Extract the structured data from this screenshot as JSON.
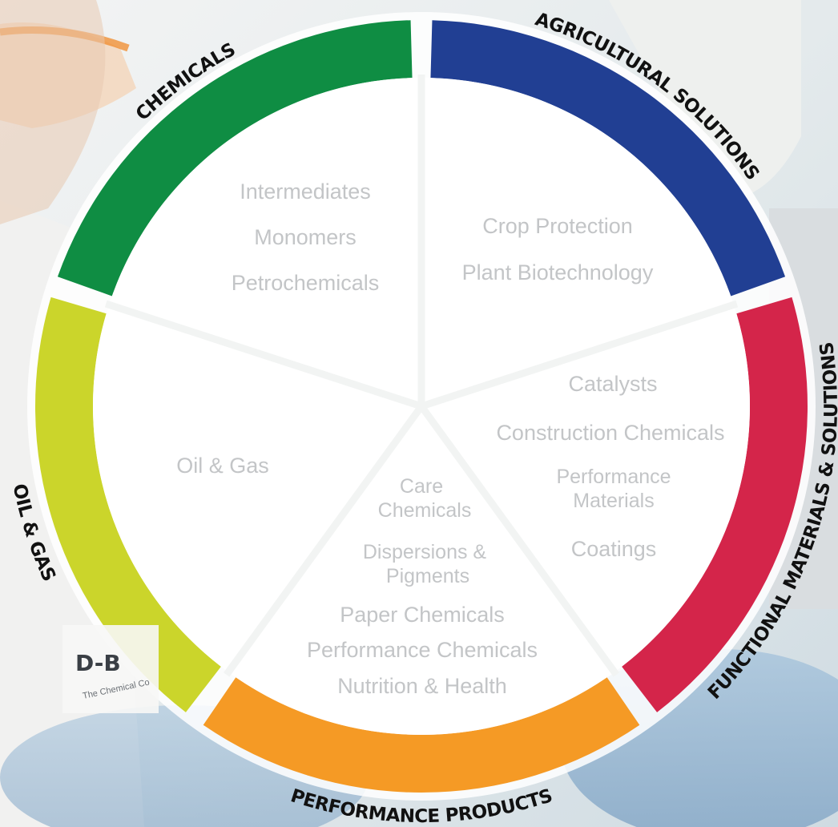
{
  "segments": [
    {
      "label": "CHEMICALS",
      "color": "#0f8d43",
      "items": [
        "Intermediates",
        "Monomers",
        "Petrochemicals"
      ]
    },
    {
      "label": "AGRICULTURAL SOLUTIONS",
      "color": "#213f93",
      "items": [
        "Crop Protection",
        "Plant Biotechnology"
      ]
    },
    {
      "label": "FUNCTIONAL MATERIALS & SOLUTIONS",
      "color": "#d4254a",
      "items": [
        "Catalysts",
        "Construction Chemicals",
        "Performance",
        "Materials",
        "Coatings"
      ]
    },
    {
      "label": "PERFORMANCE PRODUCTS",
      "color": "#f59a25",
      "items": [
        "Care",
        "Chemicals",
        "Dispersions &",
        "Pigments",
        "Paper Chemicals",
        "Performance Chemicals",
        "Nutrition & Health"
      ]
    },
    {
      "label": "OIL & GAS",
      "color": "#cbd52b",
      "items": [
        "Oil & Gas"
      ]
    }
  ],
  "badge": {
    "logo_text": "D-B",
    "caption": "The Chemical Co"
  }
}
